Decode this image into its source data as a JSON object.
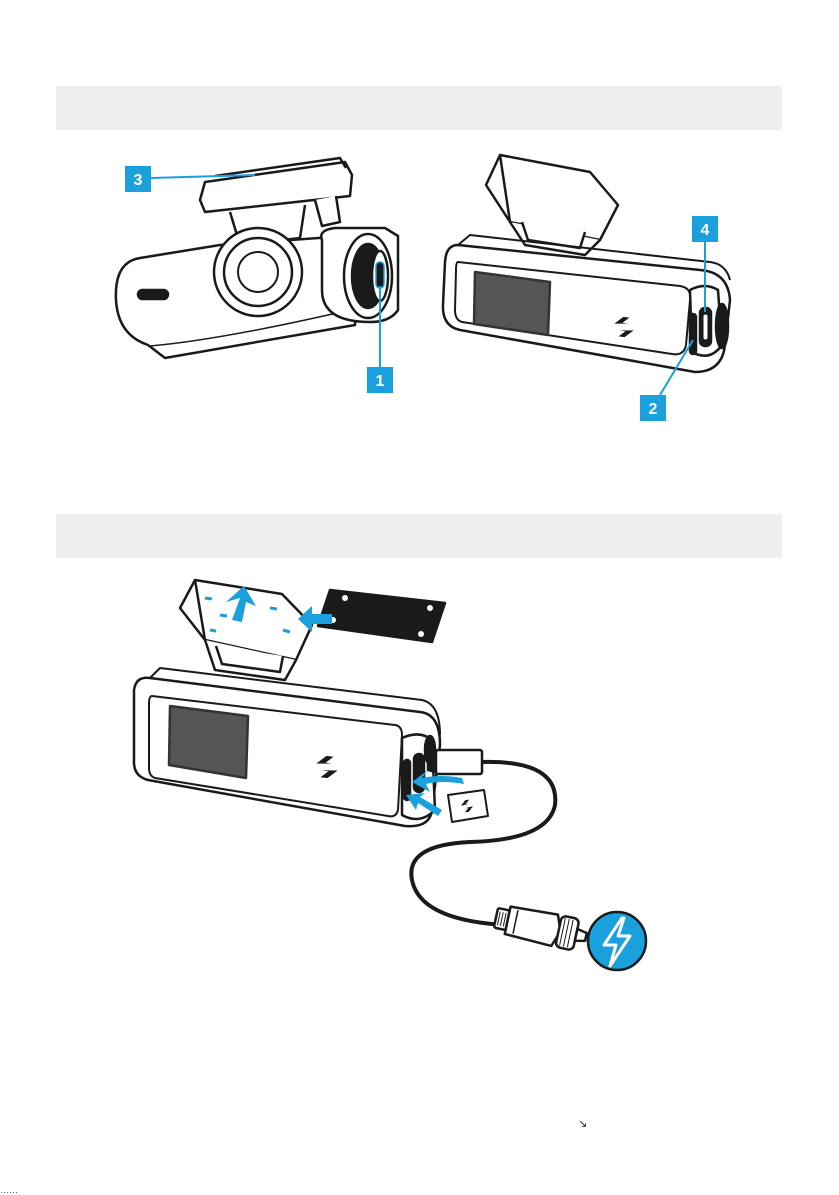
{
  "section_headers": [
    "",
    ""
  ],
  "callouts": {
    "c1": "1",
    "c2": "2",
    "c3": "3",
    "c4": "4"
  },
  "colors": {
    "accent": "#1aa0dc",
    "outline": "#1a1a1a",
    "band": "#eeeeee",
    "screen": "#555555"
  },
  "icons": {
    "brand": "brand-logo-icon",
    "power": "lightning-bolt-icon",
    "corner": "arrow-down-right-icon"
  },
  "corner_mark": "↘",
  "footer_text": "……"
}
